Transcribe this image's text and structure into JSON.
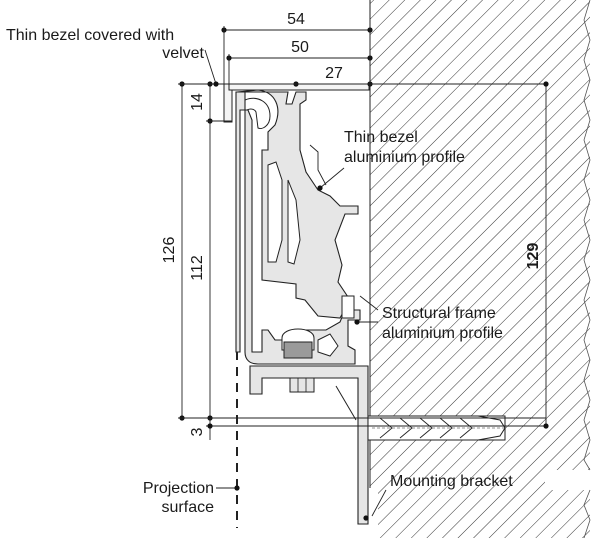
{
  "labels": {
    "bezel_velvet_line1": "Thin bezel covered with",
    "bezel_velvet_line2": "velvet",
    "bezel_profile_line1": "Thin bezel",
    "bezel_profile_line2": "aluminium profile",
    "structural_line1": "Structural frame",
    "structural_line2": "aluminium profile",
    "mounting_bracket": "Mounting bracket",
    "projection_line1": "Projection",
    "projection_line2": "surface"
  },
  "dimensions": {
    "d54": "54",
    "d50": "50",
    "d27": "27",
    "d14": "14",
    "d126": "126",
    "d112": "112",
    "d129": "129",
    "d3": "3"
  },
  "colors": {
    "profile_fill": "#e6e6e6",
    "line": "#222222",
    "wall_hatch": "#333333"
  }
}
